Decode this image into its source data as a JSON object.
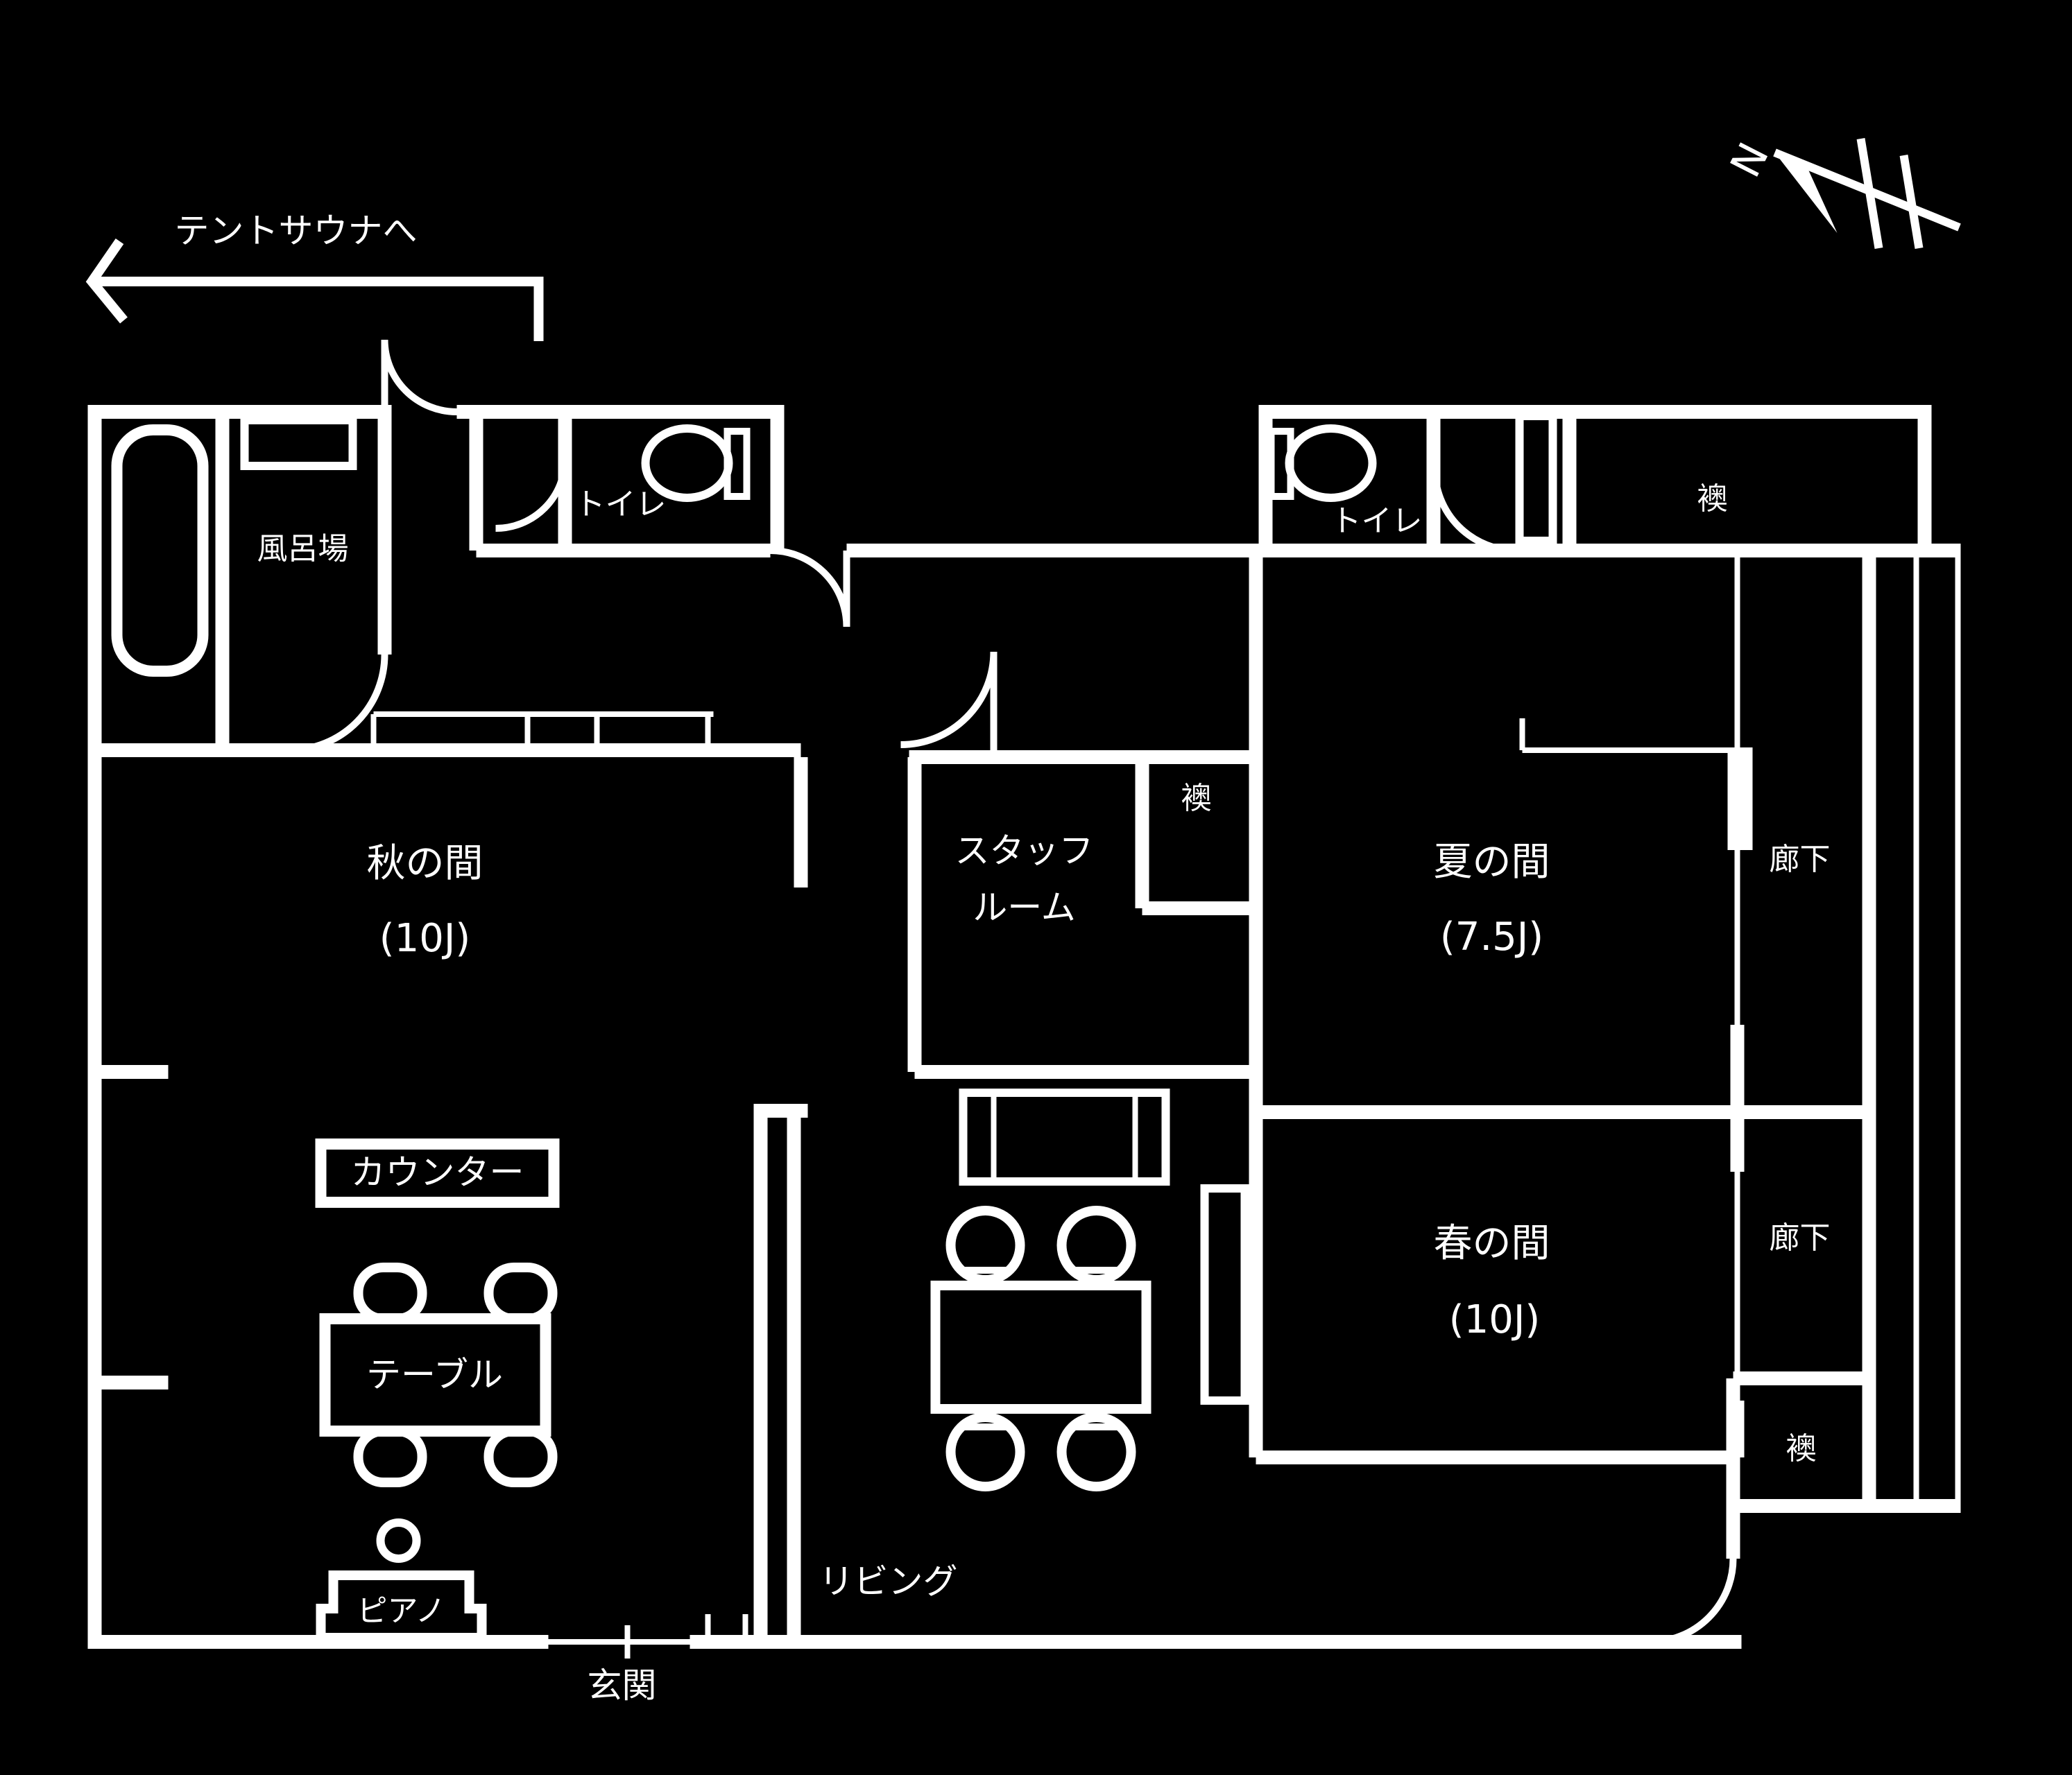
{
  "meta": {
    "type": "floor-plan",
    "background_color": "#000000",
    "line_color": "#ffffff"
  },
  "compass": {
    "north_label": "N"
  },
  "annotations": {
    "tent_sauna": "テントサウナへ",
    "entrance": "玄関",
    "living": "リビング"
  },
  "rooms": {
    "bath": {
      "label": "風呂場"
    },
    "toilet_left": {
      "label": "トイレ"
    },
    "toilet_right": {
      "label": "トイレ"
    },
    "fusuma_top_right": {
      "label": "襖"
    },
    "fusuma_middle": {
      "label": "襖"
    },
    "fusuma_bottom_right": {
      "label": "襖"
    },
    "autumn": {
      "label": "秋の間",
      "size": "(10J)"
    },
    "staff": {
      "label_line1": "スタッフ",
      "label_line2": "ルーム"
    },
    "summer": {
      "label": "夏の間",
      "size": "(7.5J)"
    },
    "spring": {
      "label": "春の間",
      "size": "(10J)"
    },
    "corridor_upper": {
      "label": "廊下"
    },
    "corridor_lower": {
      "label": "廊下"
    }
  },
  "furniture": {
    "counter": {
      "label": "カウンター"
    },
    "table": {
      "label": "テーブル"
    },
    "piano": {
      "label": "ピアノ"
    }
  }
}
